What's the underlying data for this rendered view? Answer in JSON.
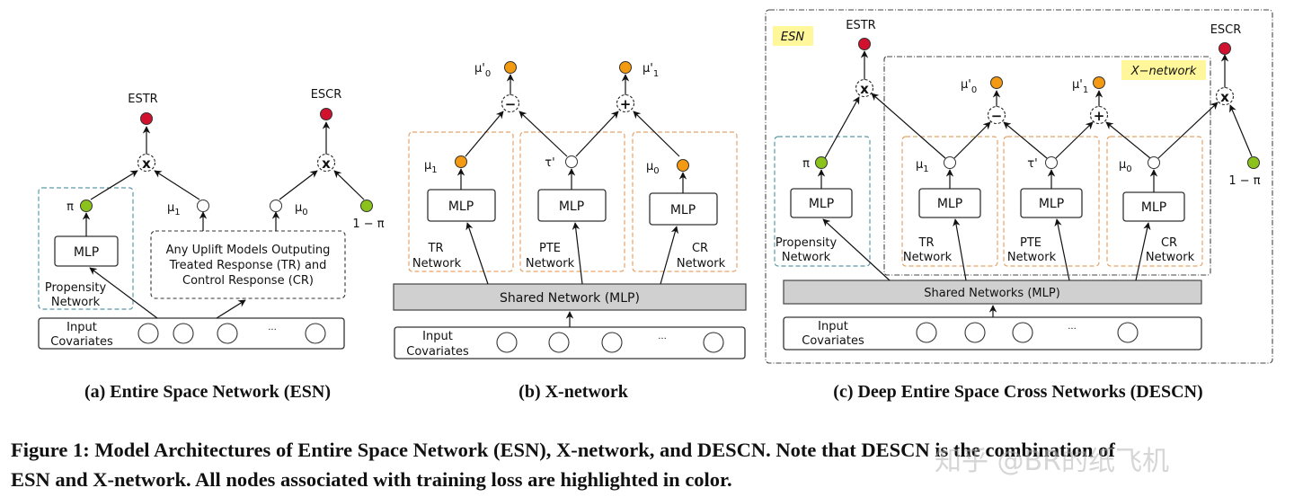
{
  "colors": {
    "output_red": "#d1112d",
    "propensity_green": "#8cc21c",
    "xnet_orange": "#f39a12",
    "propensity_border": "#5a9aa6",
    "subnet_border": "#e4a46a",
    "shared_fill": "#d0d0d0",
    "tag_yellow": "#fff79a"
  },
  "panel_a": {
    "outputs": {
      "estr": "ESTR",
      "escr": "ESCR"
    },
    "ops": {
      "mul": "x"
    },
    "nodes": {
      "pi": "π",
      "mu1": "μ",
      "mu1_sub": "1",
      "mu0": "μ",
      "mu0_sub": "0",
      "one_minus_pi": "1 − π"
    },
    "mlp": "MLP",
    "propensity_label": [
      "Propensity",
      "Network"
    ],
    "uplift_box": [
      "Any Uplift Models Outputing",
      "Treated Response (TR) and",
      "Control Response (CR)"
    ],
    "input_label": [
      "Input",
      "Covariates"
    ],
    "ellipsis": "···",
    "subcaption": "(a) Entire Space Network (ESN)"
  },
  "panel_b": {
    "outputs": {
      "mu0p": "μ'",
      "mu0p_sub": "0",
      "mu1p": "μ'",
      "mu1p_sub": "1"
    },
    "ops": {
      "minus": "−",
      "plus": "+"
    },
    "nodes": {
      "mu1": "μ",
      "mu1_sub": "1",
      "tau": "τ'",
      "mu0": "μ",
      "mu0_sub": "0"
    },
    "mlp": "MLP",
    "subnets": [
      [
        "TR",
        "Network"
      ],
      [
        "PTE",
        "Network"
      ],
      [
        "CR",
        "Network"
      ]
    ],
    "shared": "Shared Network (MLP)",
    "input_label": [
      "Input",
      "Covariates"
    ],
    "ellipsis": "···",
    "subcaption": "(b) X-network"
  },
  "panel_c": {
    "tags": {
      "esn": "ESN",
      "xnet": "X−network"
    },
    "outputs": {
      "estr": "ESTR",
      "escr": "ESCR",
      "mu0p": "μ'",
      "mu0p_sub": "0",
      "mu1p": "μ'",
      "mu1p_sub": "1"
    },
    "ops": {
      "mul": "x",
      "minus": "−",
      "plus": "+"
    },
    "nodes": {
      "pi": "π",
      "mu1": "μ",
      "mu1_sub": "1",
      "tau": "τ'",
      "mu0": "μ",
      "mu0_sub": "0",
      "one_minus_pi": "1 − π"
    },
    "mlp": "MLP",
    "propensity_label": [
      "Propensity",
      "Network"
    ],
    "subnets": [
      [
        "TR",
        "Network"
      ],
      [
        "PTE",
        "Network"
      ],
      [
        "CR",
        "Network"
      ]
    ],
    "shared": "Shared Networks (MLP)",
    "input_label": [
      "Input",
      "Covariates"
    ],
    "ellipsis": "···",
    "subcaption": "(c) Deep Entire Space Cross Networks (DESCN)"
  },
  "caption": {
    "line1": "Figure 1: Model Architectures of Entire Space Network (ESN), X-network, and DESCN. Note that DESCN is the combination of",
    "line2": "ESN and X-network. All nodes associated with training loss are highlighted in color."
  },
  "watermark": "知乎 @BR的纸飞机"
}
